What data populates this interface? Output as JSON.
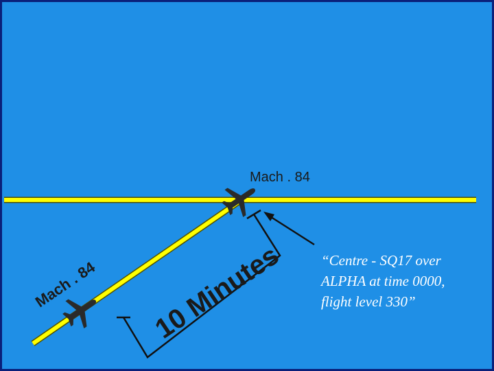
{
  "colors": {
    "background": "#1f8fe6",
    "frame": "#0a1f7a",
    "route": "#ffff00",
    "route_outline": "#505000",
    "aircraft": "#2a2a2a",
    "bracket": "#111111",
    "text_dark": "#1a1a1a",
    "text_light": "#ffffff"
  },
  "labels": {
    "speed_top": "Mach . 84",
    "speed_bottom": "Mach . 84",
    "duration": "10 Minutes",
    "report_line1": "“Centre - SQ17 over",
    "report_line2": "ALPHA at time 0000,",
    "report_line3": "flight level 330”"
  },
  "icons": {
    "aircraft_top": "airplane-icon",
    "aircraft_bottom": "airplane-icon",
    "pointer": "arrow-icon"
  }
}
